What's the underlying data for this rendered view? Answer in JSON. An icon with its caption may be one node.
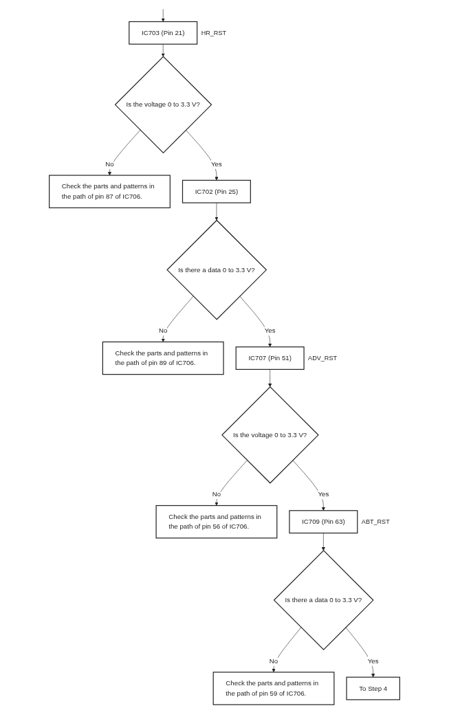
{
  "diagram": {
    "nodes": [
      {
        "text": [
          "IC703 (Pin 21)"
        ],
        "beside": [
          "HR_RST"
        ]
      },
      {
        "text": [
          "Is the voltage 0 to 3.3 V?"
        ]
      },
      {
        "text": [
          "Check the parts and patterns in the path of pin 87 of IC706."
        ]
      },
      {
        "text": [
          "IC702 (Pin 25)"
        ]
      },
      {
        "text": [
          "Is there a data 0 to 3.3 V?"
        ]
      },
      {
        "text": [
          "Check the parts and patterns in the path of pin 89 of IC706."
        ]
      },
      {
        "text": [
          "IC707 (Pin 51)"
        ],
        "beside": [
          "ADV_RST"
        ]
      },
      {
        "text": [
          "Is the voltage 0 to 3.3 V?"
        ]
      },
      {
        "text": [
          "Check the parts and patterns in the path of pin 56 of IC706."
        ]
      },
      {
        "text": [
          "IC709 (Pin 63)"
        ],
        "beside": [
          "ABT_RST"
        ]
      },
      {
        "text": [
          "Is there a data 0 to 3.3 V?"
        ]
      },
      {
        "text": [
          "Check the parts and patterns in the path of pin 59 of IC706."
        ]
      },
      {
        "text": [
          "To Step 4"
        ]
      }
    ],
    "edges": [
      {
        "from": null,
        "to": 0,
        "arrow": "to"
      },
      {
        "from": 0,
        "to": 1,
        "arrow": "to"
      },
      {
        "from": 1,
        "to": 2,
        "arrow": "to",
        "label": "No"
      },
      {
        "from": 1,
        "to": 3,
        "arrow": "to",
        "label": "Yes"
      },
      {
        "from": 3,
        "to": 4,
        "arrow": "to"
      },
      {
        "from": 4,
        "to": 5,
        "arrow": "to",
        "label": "No"
      },
      {
        "from": 4,
        "to": 6,
        "arrow": "to",
        "label": "Yes"
      },
      {
        "from": 6,
        "to": 7,
        "arrow": "to"
      },
      {
        "from": 7,
        "to": 8,
        "arrow": "to",
        "label": "No"
      },
      {
        "from": 7,
        "to": 9,
        "arrow": "to",
        "label": "Yes"
      },
      {
        "from": 9,
        "to": 10,
        "arrow": "to"
      },
      {
        "from": 10,
        "to": 11,
        "arrow": "to",
        "label": "No"
      },
      {
        "from": 10,
        "to": 12,
        "arrow": "to",
        "label": "Yes"
      }
    ]
  }
}
